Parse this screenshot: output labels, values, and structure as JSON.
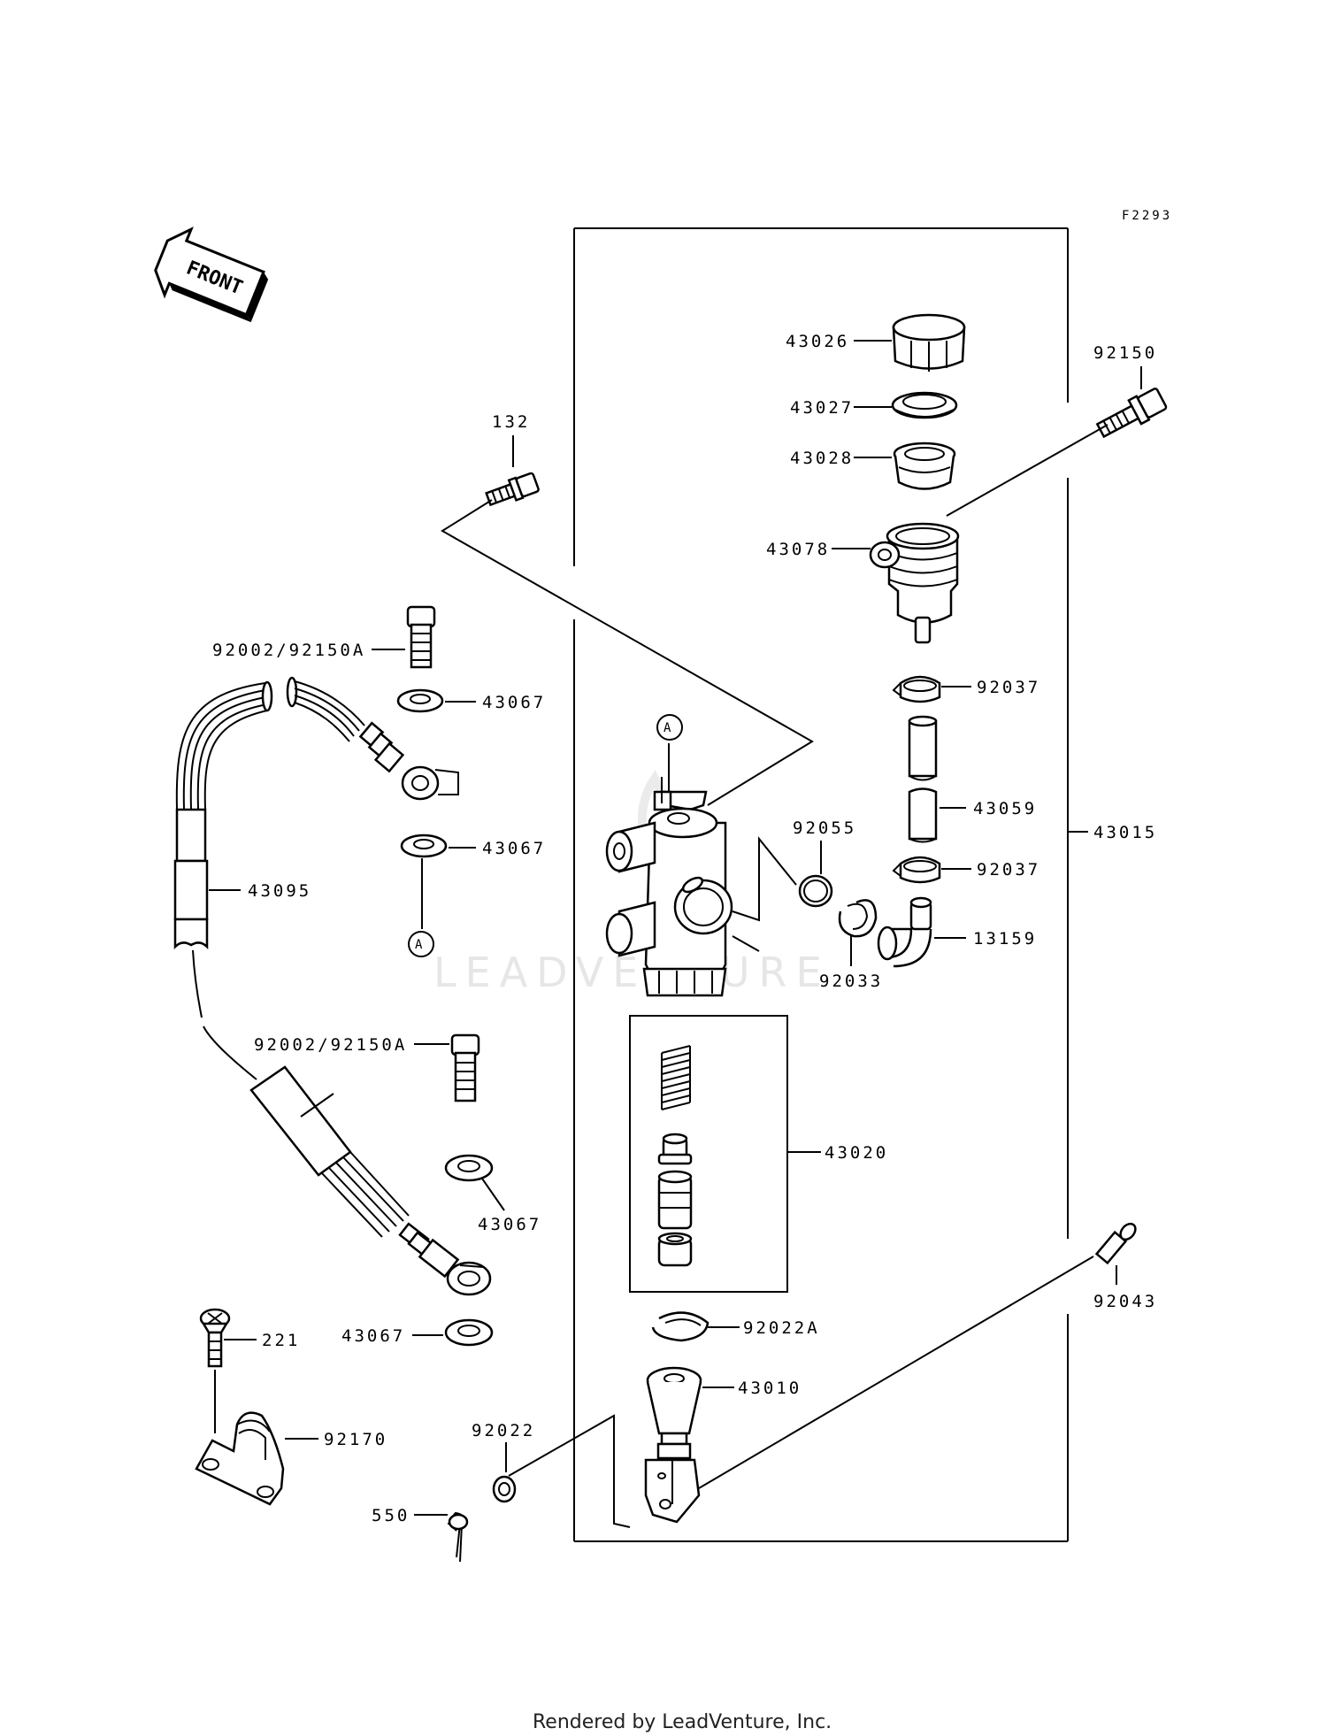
{
  "diagram": {
    "ref_code": "F2293",
    "front_label": "FRONT",
    "watermark": "LEADVENTURE",
    "footer": "Rendered by LeadVenture, Inc.",
    "callouts": {
      "p43026": "43026",
      "p43027": "43027",
      "p43028": "43028",
      "p43078": "43078",
      "p92150": "92150",
      "p132": "132",
      "p92002a": "92002/92150A",
      "p43067a": "43067",
      "p43067b": "43067",
      "ref_a_top": "A",
      "ref_a_bottom": "A",
      "p43095": "43095",
      "p92002b": "92002/92150A",
      "p43067c": "43067",
      "p43067d": "43067",
      "p92037a": "92037",
      "p43059": "43059",
      "p92037b": "92037",
      "p43015": "43015",
      "p92055": "92055",
      "p92033": "92033",
      "p13159": "13159",
      "p43020": "43020",
      "p92043": "92043",
      "p92022a": "92022A",
      "p43010": "43010",
      "p92022": "92022",
      "p221": "221",
      "p92170": "92170",
      "p550": "550"
    }
  }
}
